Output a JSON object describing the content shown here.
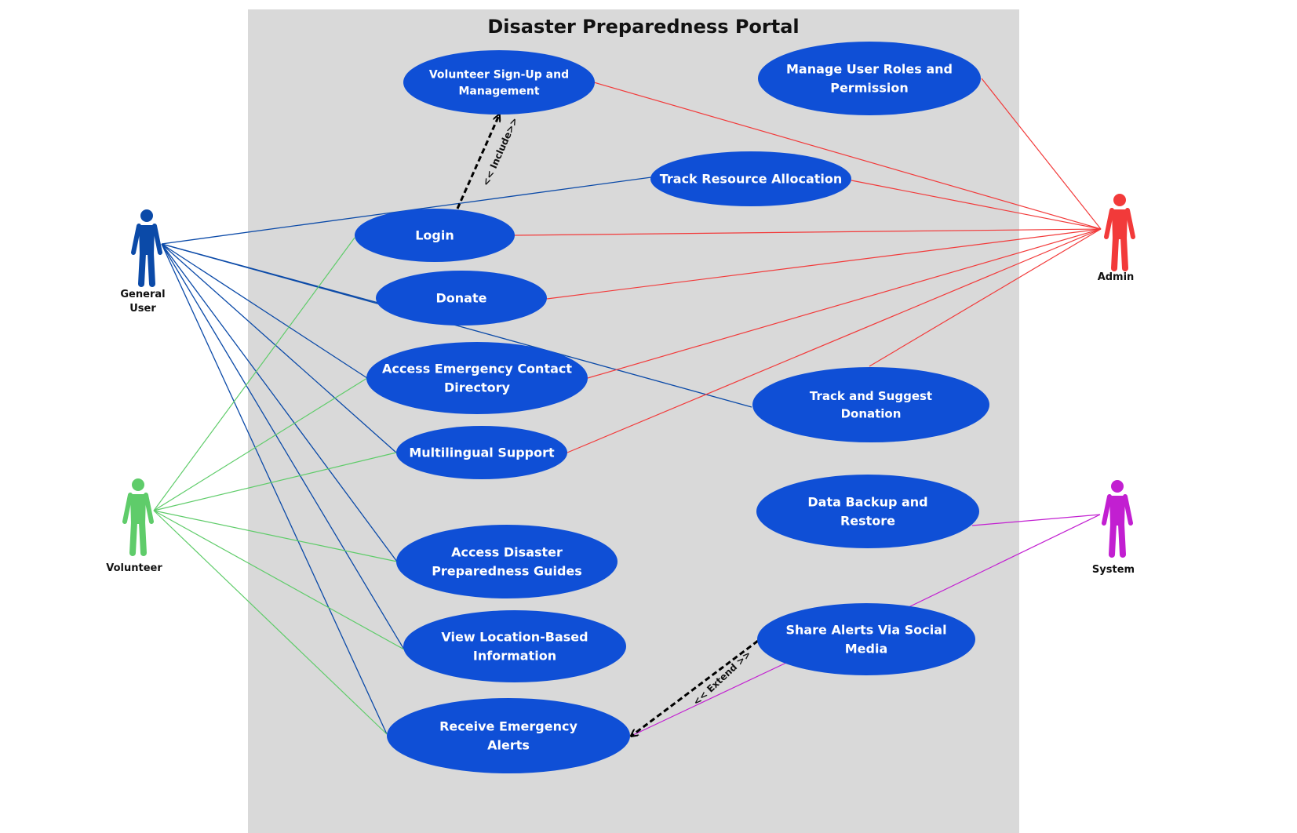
{
  "title": "Disaster Preparedness Portal",
  "colors": {
    "system_box": "#d9d9d9",
    "use_case_fill": "#0f4fd6",
    "general_user": "#0b4aa8",
    "volunteer": "#5fcc6a",
    "admin": "#f23a3a",
    "system": "#c21fd1",
    "dependency": "#000000"
  },
  "actors": {
    "general_user": {
      "lines": [
        "General",
        "User"
      ]
    },
    "volunteer": {
      "lines": [
        "Volunteer"
      ]
    },
    "admin": {
      "lines": [
        "Admin"
      ]
    },
    "system": {
      "lines": [
        "System"
      ]
    }
  },
  "use_cases": {
    "volunteer_signup": {
      "lines": [
        "Volunteer Sign-Up and",
        "Management"
      ]
    },
    "manage_roles": {
      "lines": [
        "Manage User Roles and",
        "Permission"
      ]
    },
    "track_resource": {
      "lines": [
        "Track Resource Allocation"
      ]
    },
    "login": {
      "lines": [
        "Login"
      ]
    },
    "donate": {
      "lines": [
        "Donate"
      ]
    },
    "emergency_contact": {
      "lines": [
        "Access Emergency Contact",
        "Directory"
      ]
    },
    "track_donation": {
      "lines": [
        "Track and Suggest",
        "Donation"
      ]
    },
    "multilingual": {
      "lines": [
        "Multilingual Support"
      ]
    },
    "data_backup": {
      "lines": [
        "Data Backup and",
        "Restore"
      ]
    },
    "preparedness_guides": {
      "lines": [
        "Access Disaster",
        "Preparedness Guides"
      ]
    },
    "location_info": {
      "lines": [
        "View Location-Based",
        "Information"
      ]
    },
    "share_alerts": {
      "lines": [
        "Share Alerts Via Social",
        "Media"
      ]
    },
    "emergency_alerts": {
      "lines": [
        "Receive Emergency",
        "Alerts"
      ]
    }
  },
  "relationships": {
    "include_label": "<< Include>>",
    "extend_label": "<< Extend >>"
  }
}
